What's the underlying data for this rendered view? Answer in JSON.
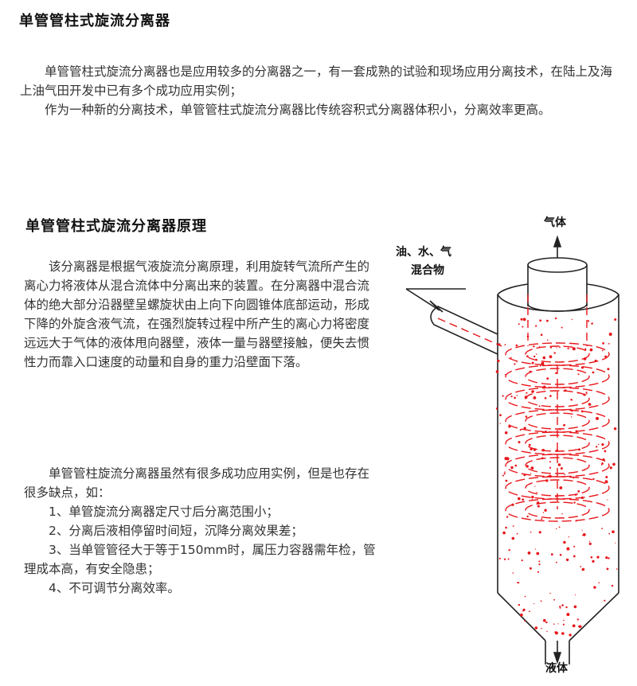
{
  "section1": {
    "title": "单管管柱式旋流分离器",
    "paragraphs": [
      "单管管柱式旋流分离器也是应用较多的分离器之一，有一套成熟的试验和现场应用分离技术，在陆上及海上油气田开发中已有多个成功应用实例；",
      "作为一种新的分离技术，单管管柱式旋流分离器比传统容积式分离器体积小，分离效率更高。"
    ]
  },
  "section2": {
    "title": "单管管柱式旋流分离器原理",
    "principle": "该分离器是根据气液旋流分离原理，利用旋转气流所产生的离心力将液体从混合流体中分离出来的装置。在分离器中混合流体的绝大部分沿器壁呈螺旋状由上向下向圆锥体底部运动，形成下降的外旋含液气流，在强烈旋转过程中所产生的离心力将密度远远大于气体的液体甩向器壁，液体一量与器壁接触，便失去惯性力而靠入口速度的动量和自身的重力沿壁面下落。",
    "drawbacks_intro": "单管管柱旋流分离器虽然有很多成功应用实例，但是也存在很多缺点，如：",
    "drawbacks": [
      "1、单管旋流分离器定尺寸后分离范围小；",
      "2、分离后液相停留时间短，沉降分离效果差；",
      "3、当单管管径大于等于150mm时，属压力容器需年检，管理成本高，有安全隐患；",
      "4、不可调节分离效率。"
    ]
  },
  "diagram": {
    "label_gas": "气体",
    "label_inlet_line1": "油、水、气",
    "label_inlet_line2": "混合物",
    "label_liquid": "液体",
    "flow_color": "#e8161b"
  }
}
